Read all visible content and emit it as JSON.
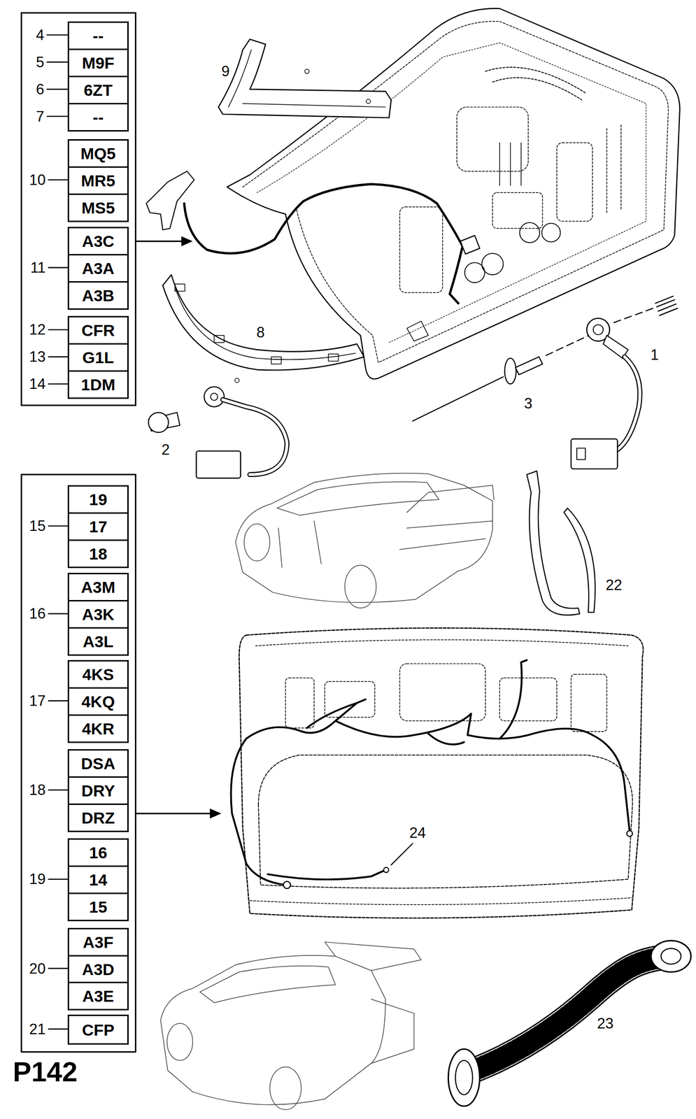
{
  "diagram": {
    "nodes": [
      {
        "text": [
          "--"
        ]
      },
      {
        "text": [
          "M9F"
        ]
      },
      {
        "text": [
          "6ZT"
        ]
      },
      {
        "text": [
          "--"
        ]
      },
      {
        "text": [
          "MQ5"
        ]
      },
      {
        "text": [
          "MR5"
        ]
      },
      {
        "text": [
          "MS5"
        ]
      },
      {
        "text": [
          "A3C"
        ]
      },
      {
        "text": [
          "A3A"
        ]
      },
      {
        "text": [
          "A3B"
        ]
      },
      {
        "text": [
          "CFR"
        ]
      },
      {
        "text": [
          "G1L"
        ]
      },
      {
        "text": [
          "1DM"
        ]
      },
      {
        "text": [
          "19"
        ]
      },
      {
        "text": [
          "17"
        ]
      },
      {
        "text": [
          "18"
        ]
      },
      {
        "text": [
          "A3M"
        ]
      },
      {
        "text": [
          "A3K"
        ]
      },
      {
        "text": [
          "A3L"
        ]
      },
      {
        "text": [
          "4KS"
        ]
      },
      {
        "text": [
          "4KQ"
        ]
      },
      {
        "text": [
          "4KR"
        ]
      },
      {
        "text": [
          "DSA"
        ]
      },
      {
        "text": [
          "DRY"
        ]
      },
      {
        "text": [
          "DRZ"
        ]
      },
      {
        "text": [
          "16"
        ]
      },
      {
        "text": [
          "14"
        ]
      },
      {
        "text": [
          "15"
        ]
      },
      {
        "text": [
          "A3F"
        ]
      },
      {
        "text": [
          "A3D"
        ]
      },
      {
        "text": [
          "A3E"
        ]
      },
      {
        "text": [
          "CFP"
        ]
      }
    ],
    "labels": [
      "4",
      "5",
      "6",
      "7",
      "10",
      "11",
      "12",
      "13",
      "14",
      "15",
      "16",
      "17",
      "18",
      "19",
      "20",
      "21",
      "9",
      "8",
      "1",
      "3",
      "2",
      "22",
      "24",
      "23",
      "P142"
    ]
  }
}
